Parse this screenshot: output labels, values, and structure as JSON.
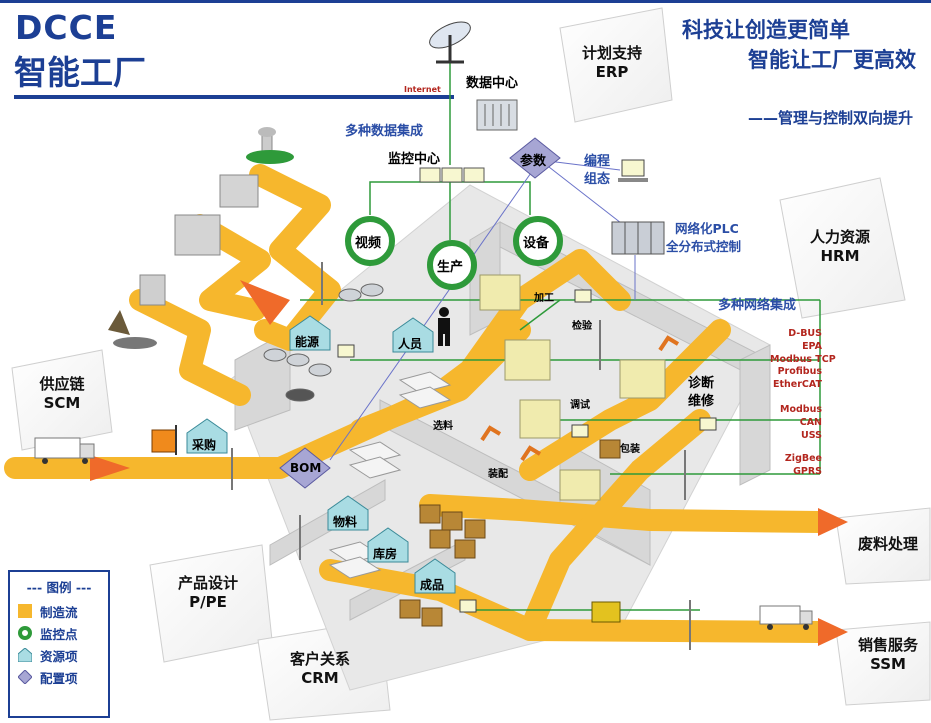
{
  "header": {
    "brand_code": "DCCE",
    "brand_name": "智能工厂",
    "slogan_line1": "科技让创造更简单",
    "slogan_line2": "智能让工厂更高效",
    "slogan_line3": "——管理与控制双向提升"
  },
  "top_center": {
    "internet": "Internet",
    "data_center": "数据中心",
    "data_integration": "多种数据集成",
    "monitor_center": "监控中心",
    "params": "参数",
    "programming": [
      "编程",
      "组态"
    ],
    "plc": [
      "网络化PLC",
      "全分布式控制"
    ]
  },
  "systems": {
    "erp": [
      "计划支持",
      "ERP"
    ],
    "hrm": [
      "人力资源",
      "HRM"
    ],
    "scm": [
      "供应链",
      "SCM"
    ],
    "pe": [
      "产品设计",
      "P/PE"
    ],
    "crm": [
      "客户关系",
      "CRM"
    ],
    "waste": "废料处理",
    "ssm": [
      "销售服务",
      "SSM"
    ]
  },
  "monitor_points": {
    "video": "视频",
    "production": "生产",
    "equipment": "设备"
  },
  "resources": {
    "energy": "能源",
    "staff": "人员",
    "purchase": "采购",
    "material": "物料",
    "warehouse": "库房",
    "product": "成品"
  },
  "config_items": {
    "bom": "BOM"
  },
  "process": {
    "machining": "加工",
    "inspection": "检验",
    "sorting": "选料",
    "assembly": "装配",
    "debugging": "调试",
    "packaging": "包装",
    "diagnosis": [
      "诊断",
      "维修"
    ]
  },
  "networks": {
    "title": "多种网络集成",
    "group1": [
      "D-BUS",
      "EPA",
      "Modbus TCP",
      "Profibus",
      "EtherCAT"
    ],
    "group2": [
      "Modbus",
      "CAN",
      "USS"
    ],
    "group3": [
      "ZigBee",
      "GPRS"
    ]
  },
  "legend": {
    "title": "--- 图例 ---",
    "items": [
      "制造流",
      "监控点",
      "资源项",
      "配置项"
    ]
  },
  "colors": {
    "brand_blue": "#1c3f94",
    "flow_yellow": "#f6b72d",
    "flow_arrow": "#ef6a2a",
    "monitor_green": "#2e9a3a",
    "resource_teal": "#a9dce3",
    "config_purple": "#a7a6d4",
    "network_red": "#b3261e"
  }
}
